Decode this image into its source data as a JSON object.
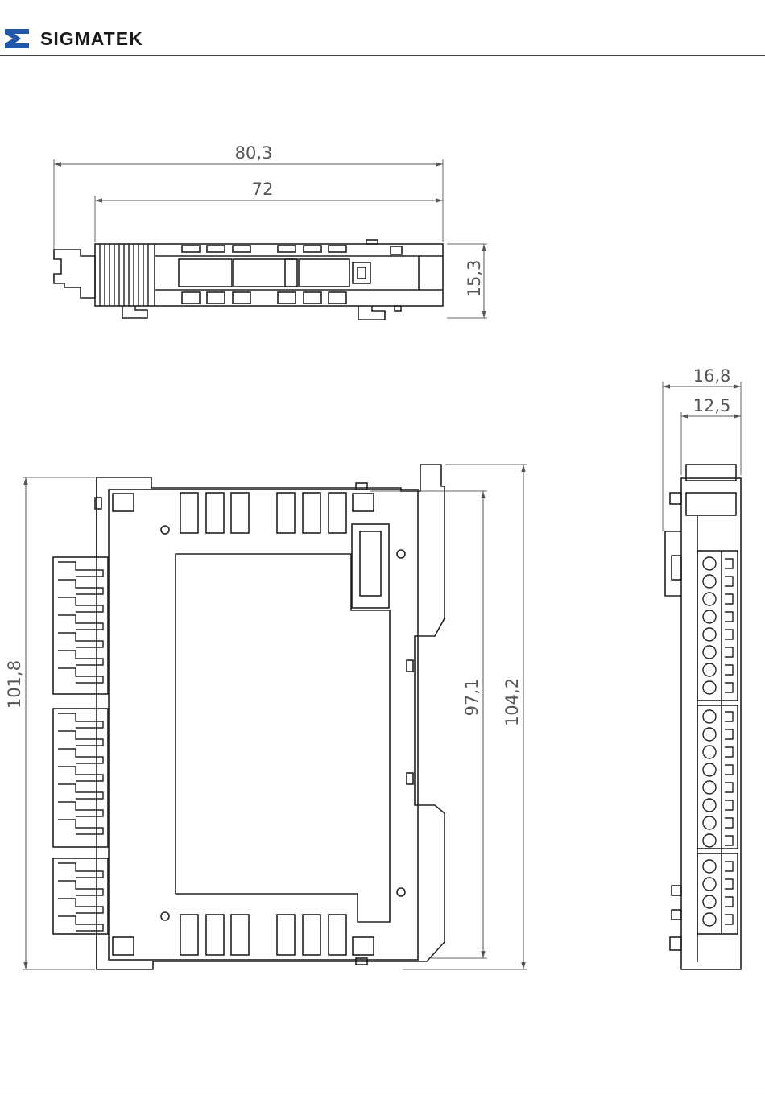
{
  "header": {
    "brand": "SIGMATEK"
  },
  "dimensions": {
    "top_width_total": "80,3",
    "top_width_body": "72",
    "top_height": "15,3",
    "front_height_left": "101,8",
    "front_height_inner": "97,1",
    "front_height_total": "104,2",
    "side_width_total": "16,8",
    "side_width_inner": "12,5"
  },
  "icons": {
    "logo": "sigmatek-logo-icon"
  }
}
